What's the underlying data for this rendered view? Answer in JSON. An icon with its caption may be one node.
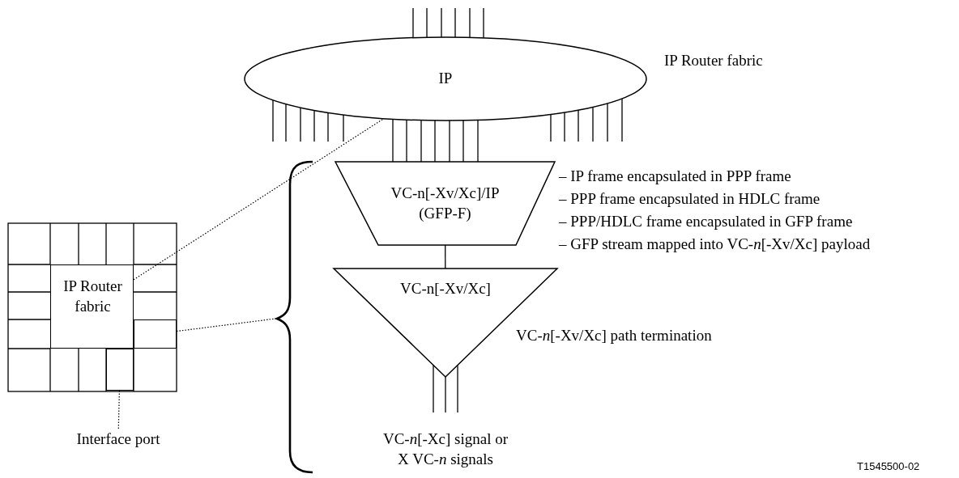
{
  "diagram": {
    "nodes": [
      {
        "text": [
          "IP"
        ],
        "beside": [
          "IP Router fabric"
        ]
      },
      {
        "text": [
          "IP Router fabric"
        ]
      },
      {
        "text": [],
        "shape": "box"
      },
      {
        "text": [
          "Interface port"
        ]
      },
      {
        "text": [],
        "shape": "box"
      },
      {
        "text": [],
        "shape": "brace"
      },
      {
        "text": [
          "VC-n[-Xv/Xc]/IP (GFP-F)"
        ],
        "beside": [
          "– IP frame encapsulated in PPP frame",
          "– PPP frame encapsulated in HDLC frame",
          "– PPP/HDLC frame encapsulated in GFP frame",
          "– GFP stream mapped into VC-*n*[-Xv/Xc] payload"
        ]
      },
      {
        "text": [
          "VC-n[-Xv/Xc]"
        ],
        "beside": [
          "VC-*n*[-Xv/Xc] path termination"
        ]
      },
      {
        "text": [
          "VC-*n*[-Xc] signal or X VC-*n* signals"
        ]
      }
    ],
    "edges": [
      {
        "from": 1,
        "to": 0,
        "arrow": "none",
        "style": "dashed"
      },
      {
        "from": 3,
        "to": 2,
        "arrow": "none",
        "style": "dashed"
      },
      {
        "from": 4,
        "to": 5,
        "arrow": "none",
        "style": "dashed"
      },
      {
        "from": 0,
        "to": 6,
        "arrow": "none"
      },
      {
        "from": 0,
        "to": 6,
        "arrow": "none"
      },
      {
        "from": 0,
        "to": 6,
        "arrow": "none"
      },
      {
        "from": 0,
        "to": 6,
        "arrow": "none"
      },
      {
        "from": 0,
        "to": 6,
        "arrow": "none"
      },
      {
        "from": 0,
        "to": 6,
        "arrow": "none"
      },
      {
        "from": 0,
        "to": 6,
        "arrow": "none"
      },
      {
        "from": 6,
        "to": 7,
        "arrow": "none"
      },
      {
        "from": 7,
        "to": 8,
        "arrow": "none"
      },
      {
        "from": 7,
        "to": 8,
        "arrow": "none"
      },
      {
        "from": 7,
        "to": 8,
        "arrow": "none"
      }
    ],
    "labels": [
      "T1545500-02"
    ]
  }
}
